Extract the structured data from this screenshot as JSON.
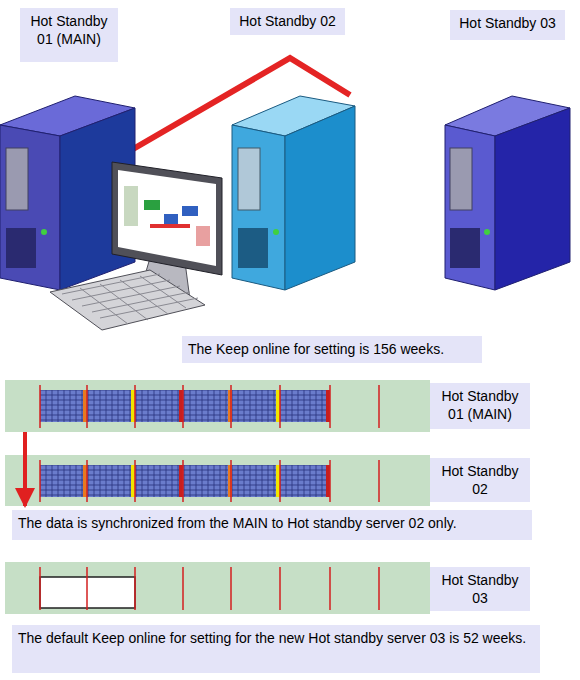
{
  "diagram": {
    "nodes": [
      {
        "text": [
          "Hot Standby 01 (MAIN)"
        ]
      },
      {
        "text": [
          "Hot Standby 02"
        ]
      },
      {
        "text": [
          "Hot Standby 03"
        ]
      },
      {
        "text": [
          "The Keep online for setting is 156 weeks."
        ]
      },
      {
        "text": [
          "Hot Standby 01 (MAIN)"
        ]
      },
      {
        "text": [
          "Hot Standby 02"
        ]
      },
      {
        "text": [
          "The data is synchronized from the MAIN to Hot standby server 02 only."
        ]
      },
      {
        "text": [
          "Hot Standby 03"
        ]
      },
      {
        "text": [
          "The default Keep online for setting for the new Hot standby server 03 is 52 weeks."
        ]
      }
    ],
    "edges": [
      {
        "from": 4,
        "to": 5,
        "arrow": "to"
      }
    ]
  }
}
